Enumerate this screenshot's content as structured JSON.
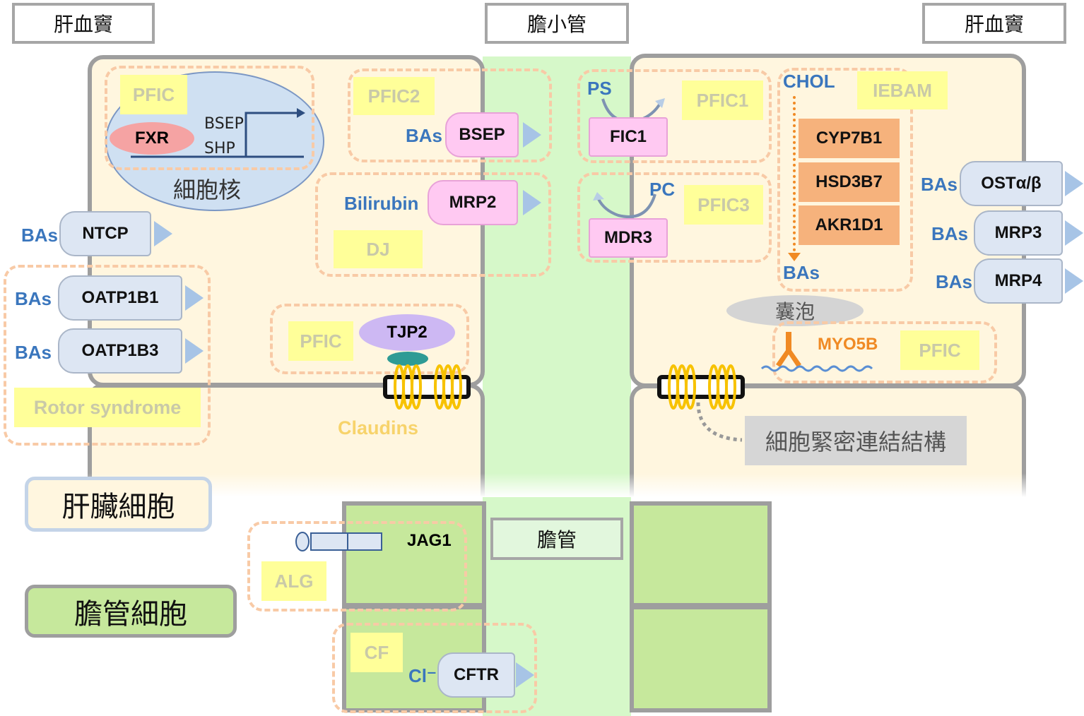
{
  "labels": {
    "sinusoid_left": "肝血竇",
    "canaliculus": "膽小管",
    "sinusoid_right": "肝血竇",
    "bile_duct": "膽管",
    "nucleus": "細胞核",
    "vesicle": "囊泡",
    "tight_junction": "細胞緊密連結結構",
    "claudins": "Claudins"
  },
  "legend": {
    "hepatocyte": "肝臟細胞",
    "cholangiocyte": "膽管細胞"
  },
  "diseases": {
    "pfic_fxr": "PFIC",
    "pfic2": "PFIC2",
    "dj": "DJ",
    "pfic_tjp2": "PFIC",
    "rotor": "Rotor syndrome",
    "pfic1": "PFIC1",
    "pfic3": "PFIC3",
    "iebam": "IEBAM",
    "pfic_myo5b": "PFIC",
    "alg": "ALG",
    "cf": "CF"
  },
  "substrates": {
    "bas": "BAs",
    "bilirubin": "Bilirubin",
    "ps": "PS",
    "pc": "PC",
    "chol": "CHOL",
    "cl": "Cl⁻"
  },
  "proteins": {
    "fxr": "FXR",
    "bsep_gene": "BSEP",
    "shp_gene": "SHP",
    "bsep": "BSEP",
    "mrp2": "MRP2",
    "ntcp": "NTCP",
    "oatp1b1": "OATP1B1",
    "oatp1b3": "OATP1B3",
    "tjp2": "TJP2",
    "fic1": "FIC1",
    "mdr3": "MDR3",
    "cyp7b1": "CYP7B1",
    "hsd3b7": "HSD3B7",
    "akr1d1": "AKR1D1",
    "ostab": "OSTα/β",
    "mrp3": "MRP3",
    "mrp4": "MRP4",
    "myo5b": "MYO5B",
    "jag1": "JAG1",
    "cftr": "CFTR"
  },
  "colors": {
    "hepatocyte_fill": "#fff6df",
    "canaliculus_fill": "#d6f8c9",
    "cholangiocyte_fill": "#c6e89c",
    "disease_highlight": "#ffff99",
    "dashed_region": "#f8caa6",
    "transporter": "#dde6f3",
    "canalicular_transporter": "#ffc9f2",
    "enzyme": "#f6b27c",
    "text_blue": "#3a76bd",
    "myo5b_orange": "#f08a24"
  }
}
